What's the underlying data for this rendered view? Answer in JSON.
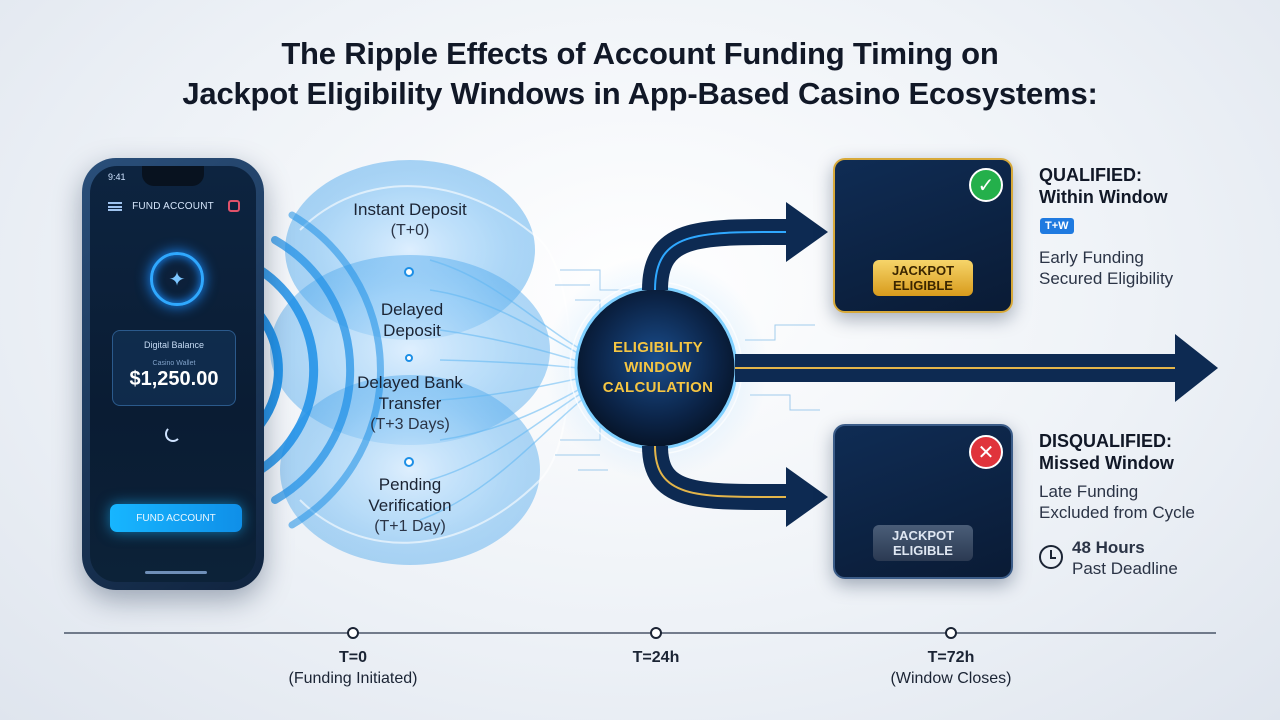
{
  "title": {
    "line1": "The Ripple Effects of Account Funding Timing on",
    "line2": "Jackpot Eligibility Windows in App-Based Casino Ecosystems:"
  },
  "phone": {
    "status_time": "9:41",
    "app_title": "FUND ACCOUNT",
    "balance_label": "Digital Balance",
    "balance_sub": "Casino Wallet",
    "balance_value": "$1,250.00",
    "button_label": "FUND ACCOUNT"
  },
  "funding_options": [
    {
      "label": "Instant Deposit",
      "timing": "(T+0)"
    },
    {
      "label": "Delayed Deposit",
      "timing": ""
    },
    {
      "label": "Delayed Bank Transfer",
      "timing": "(T+3 Days)"
    },
    {
      "label": "Pending Verification",
      "timing": "(T+1 Day)"
    }
  ],
  "center": {
    "label": "ELIGIBILITY WINDOW CALCULATION"
  },
  "qualified": {
    "heading_line1": "QUALIFIED:",
    "heading_line2": "Within Window",
    "tag": "T+W",
    "text_line1": "Early Funding",
    "text_line2": "Secured Eligibility",
    "card_label_line1": "JACKPOT",
    "card_label_line2": "ELIGIBLE"
  },
  "disqualified": {
    "heading_line1": "DISQUALIFIED:",
    "heading_line2": "Missed Window",
    "text_line1": "Late Funding",
    "text_line2": "Excluded from Cycle",
    "deadline_line1": "48 Hours",
    "deadline_line2": "Past Deadline",
    "card_label_line1": "JACKPOT",
    "card_label_line2": "ELIGIBLE"
  },
  "timeline": [
    {
      "label": "T=0",
      "sub": "(Funding Initiated)"
    },
    {
      "label": "T=24h",
      "sub": ""
    },
    {
      "label": "T=72h",
      "sub": "(Window Closes)"
    }
  ],
  "colors": {
    "accent_blue": "#17b6ff",
    "gold": "#f5c542",
    "navy": "#0d2a52",
    "success": "#24b04b",
    "danger": "#e0343c"
  }
}
